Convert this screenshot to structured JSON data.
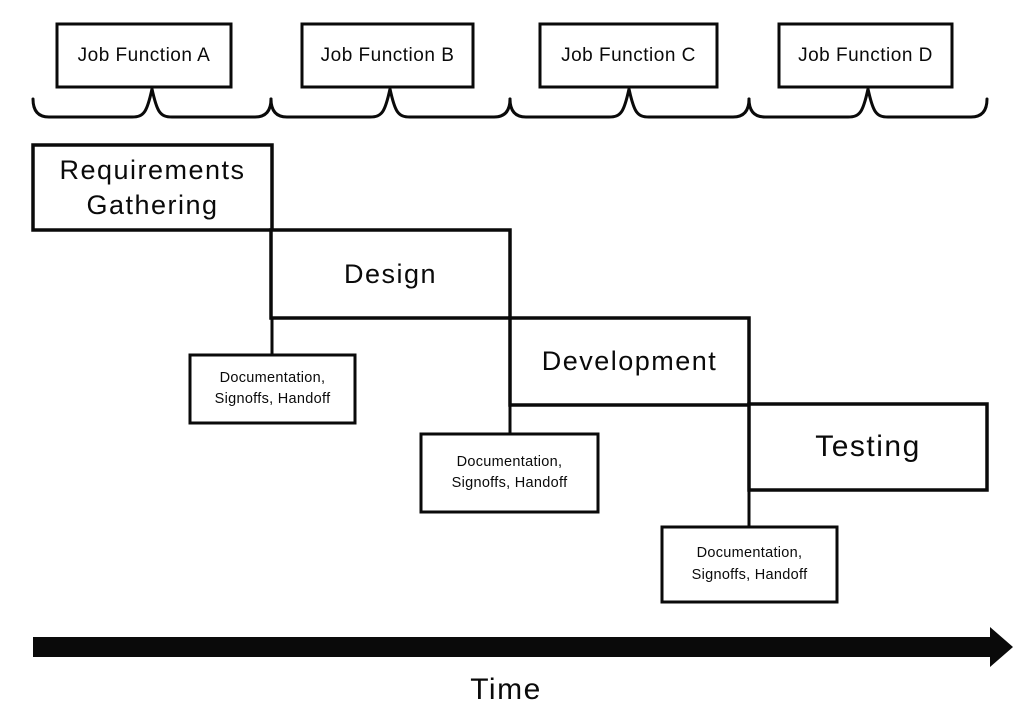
{
  "job_functions": [
    {
      "label": "Job Function A"
    },
    {
      "label": "Job Function B"
    },
    {
      "label": "Job Function C"
    },
    {
      "label": "Job Function D"
    }
  ],
  "phases": [
    {
      "label": "Requirements\nGathering"
    },
    {
      "label": "Design"
    },
    {
      "label": "Development"
    },
    {
      "label": "Testing"
    }
  ],
  "handoffs": [
    {
      "label": "Documentation,\nSignoffs, Handoff"
    },
    {
      "label": "Documentation,\nSignoffs, Handoff"
    },
    {
      "label": "Documentation,\nSignoffs, Handoff"
    }
  ],
  "time_axis": {
    "label": "Time"
  },
  "colors": {
    "ink": "#0a0a0a",
    "background": "#ffffff"
  }
}
